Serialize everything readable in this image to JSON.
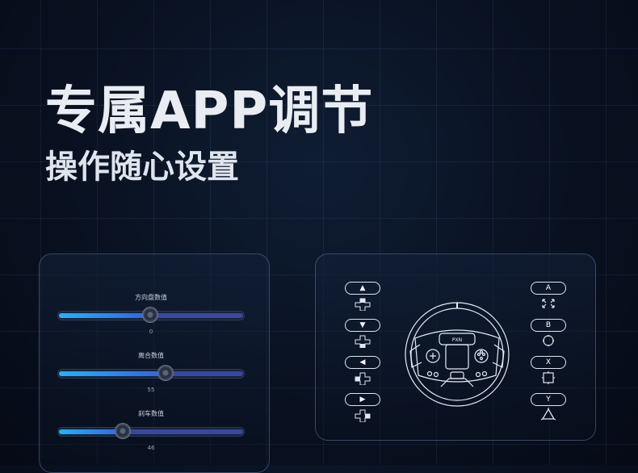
{
  "headline": {
    "title": "专属APP调节",
    "subtitle": "操作随心设置"
  },
  "sliders": [
    {
      "label": "方向盘数值",
      "value": "0",
      "fraction": 0.49
    },
    {
      "label": "离合数值",
      "value": "55",
      "fraction": 0.57
    },
    {
      "label": "刹车数值",
      "value": "46",
      "fraction": 0.35
    }
  ],
  "left_buttons": [
    {
      "glyph": "▲",
      "icon": "dpad-up-icon"
    },
    {
      "glyph": "▼",
      "icon": "dpad-down-icon"
    },
    {
      "glyph": "◀",
      "icon": "dpad-left-icon"
    },
    {
      "glyph": "▶",
      "icon": "dpad-right-icon"
    }
  ],
  "right_buttons": [
    {
      "label": "A",
      "icon": "cross-arrows-icon"
    },
    {
      "label": "B",
      "icon": "circle-icon"
    },
    {
      "label": "X",
      "icon": "square-icon"
    },
    {
      "label": "Y",
      "icon": "triangle-icon"
    }
  ],
  "wheel": {
    "logo": "PXN"
  },
  "colors": {
    "accent": "#1fb4ff",
    "accent2": "#2f63e6",
    "background": "#0a1324"
  }
}
